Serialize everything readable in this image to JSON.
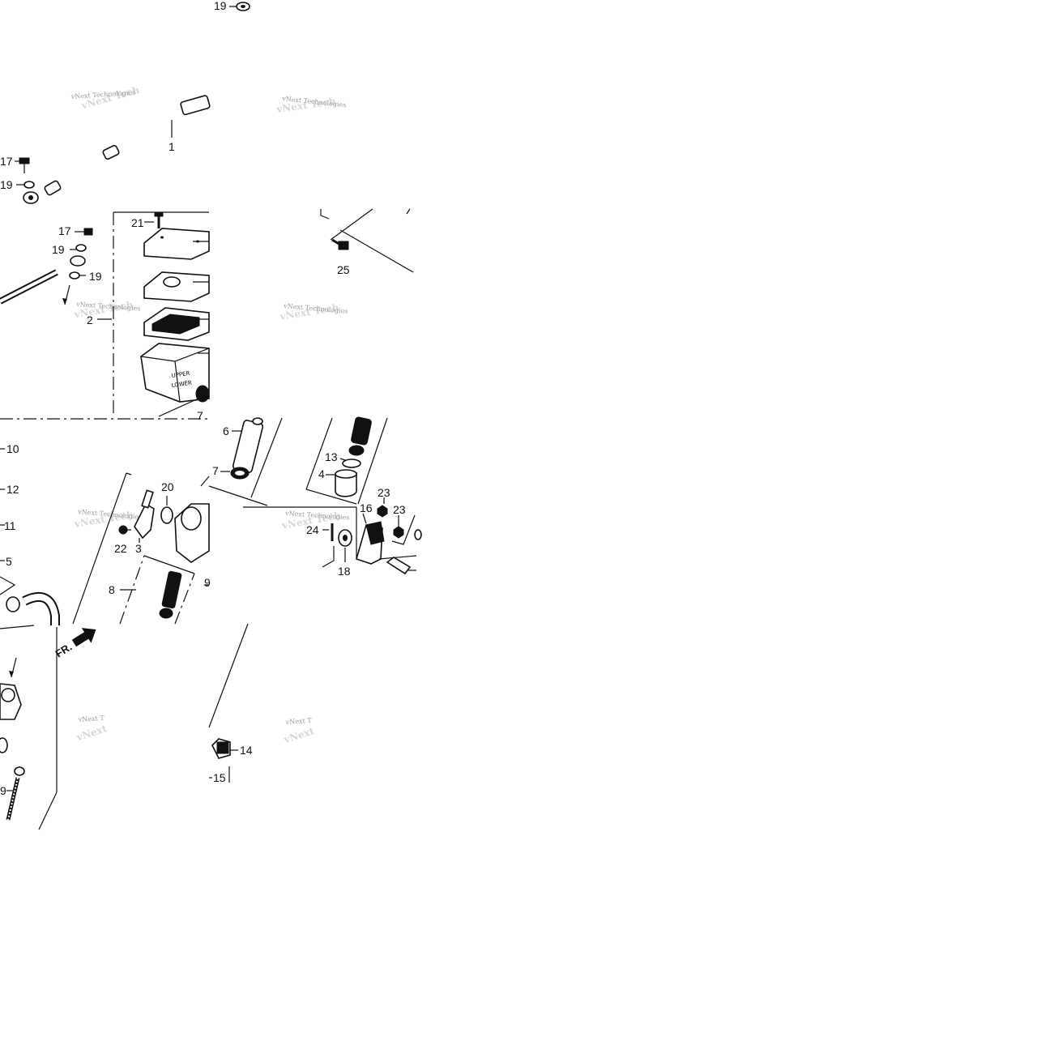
{
  "callouts": [
    {
      "id": "c19a",
      "text": "19"
    },
    {
      "id": "c1",
      "text": "1"
    },
    {
      "id": "c17a",
      "text": "17"
    },
    {
      "id": "c19b",
      "text": "19"
    },
    {
      "id": "c17b",
      "text": "17"
    },
    {
      "id": "c19c",
      "text": "19"
    },
    {
      "id": "c19d",
      "text": "19"
    },
    {
      "id": "c21",
      "text": "21"
    },
    {
      "id": "c2",
      "text": "2"
    },
    {
      "id": "c25",
      "text": "25"
    },
    {
      "id": "c7a",
      "text": "7"
    },
    {
      "id": "c10",
      "text": "10"
    },
    {
      "id": "c12",
      "text": "12"
    },
    {
      "id": "c11",
      "text": "11"
    },
    {
      "id": "c5",
      "text": "5"
    },
    {
      "id": "c20",
      "text": "20"
    },
    {
      "id": "c22",
      "text": "22"
    },
    {
      "id": "c3",
      "text": "3"
    },
    {
      "id": "c8",
      "text": "8"
    },
    {
      "id": "c9a",
      "text": "9"
    },
    {
      "id": "c6",
      "text": "6"
    },
    {
      "id": "c7b",
      "text": "7"
    },
    {
      "id": "c13",
      "text": "13"
    },
    {
      "id": "c4",
      "text": "4"
    },
    {
      "id": "c16",
      "text": "16"
    },
    {
      "id": "c23a",
      "text": "23"
    },
    {
      "id": "c23b",
      "text": "23"
    },
    {
      "id": "c24",
      "text": "24"
    },
    {
      "id": "c18",
      "text": "18"
    },
    {
      "id": "c14",
      "text": "14"
    },
    {
      "id": "c15",
      "text": "15"
    },
    {
      "id": "c9b",
      "text": "9"
    }
  ],
  "watermark": {
    "text": "vNext Technologies",
    "short": "vNext T"
  },
  "front_label": "FR."
}
